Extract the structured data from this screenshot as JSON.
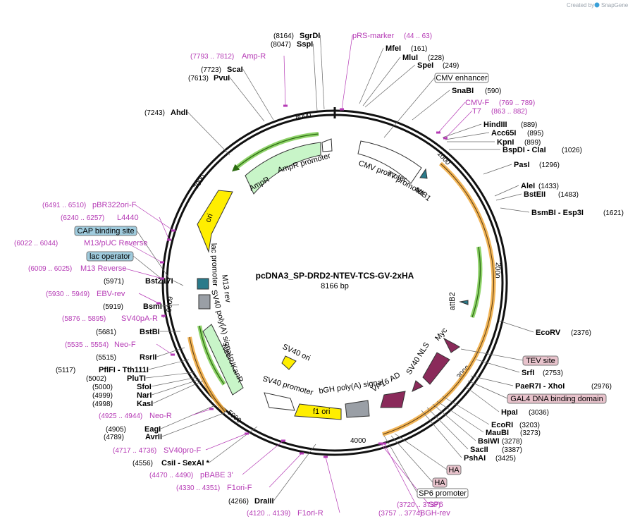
{
  "credit": "Created by",
  "brand": "SnapGene",
  "plasmid": {
    "name": "pcDNA3_SP-DRD2-NTEV-TCS-GV-2xHA",
    "size": "8166 bp"
  },
  "ticks": [
    "1000",
    "2000",
    "3000",
    "4000",
    "5000",
    "6000",
    "7000",
    "8000"
  ],
  "inner_labels": {
    "ampr": "AmpR",
    "ampr_promoter": "AmpR promoter",
    "ori": "ori",
    "cmv_promoter": "CMV promoter",
    "t7_promoter": "T7 promoter",
    "attb1": "attB1",
    "attb2": "attB2",
    "myc": "Myc",
    "sv40_nls": "SV40 NLS",
    "vp16_ad": "VP16 AD",
    "bgh": "bGH poly(A) signal",
    "f1_ori": "f1 ori",
    "sv40_promoter": "SV40 promoter",
    "sv40_ori": "SV40 ori",
    "neor": "NeoR/KanR",
    "sv40_polya": "SV40 poly(A) signal",
    "m13_rev": "M13 rev",
    "lac_promoter": "lac promoter"
  },
  "enzymes_right": [
    {
      "name": "MfeI",
      "pos": "(161)"
    },
    {
      "name": "MluI",
      "pos": "(228)"
    },
    {
      "name": "SpeI",
      "pos": "(249)"
    },
    {
      "name": "SnaBI",
      "pos": "(590)"
    },
    {
      "name": "HindIII",
      "pos": "(889)"
    },
    {
      "name": "Acc65I",
      "pos": "(895)"
    },
    {
      "name": "KpnI",
      "pos": "(899)"
    },
    {
      "name": "BspDI  - ClaI",
      "pos": "(1026)"
    },
    {
      "name": "PasI",
      "pos": "(1296)"
    },
    {
      "name": "AleI",
      "pos": "(1433)"
    },
    {
      "name": "BstEII",
      "pos": "(1483)"
    },
    {
      "name": "BsmBI   - Esp3I",
      "pos": "(1621)"
    },
    {
      "name": "EcoRV",
      "pos": "(2376)"
    },
    {
      "name": "SrfI",
      "pos": "(2753)"
    },
    {
      "name": "PaeR7I   - XhoI",
      "pos": "(2976)"
    },
    {
      "name": "HpaI",
      "pos": "(3036)"
    },
    {
      "name": "EcoRI",
      "pos": "(3203)"
    },
    {
      "name": "MauBI",
      "pos": "(3273)"
    },
    {
      "name": "BsiWI",
      "pos": "(3278)"
    },
    {
      "name": "SacII",
      "pos": "(3387)"
    },
    {
      "name": "PshAI",
      "pos": "(3425)"
    }
  ],
  "enzymes_left": [
    {
      "name": "SgrDI",
      "pos": "(8164)"
    },
    {
      "name": "SspI",
      "pos": "(8047)"
    },
    {
      "name": "ScaI",
      "pos": "(7723)"
    },
    {
      "name": "PvuI",
      "pos": "(7613)"
    },
    {
      "name": "AhdI",
      "pos": "(7243)"
    },
    {
      "name": "BstZ17I",
      "pos": "(5971)"
    },
    {
      "name": "BsmI",
      "pos": "(5919)"
    },
    {
      "name": "BstBI",
      "pos": "(5681)"
    },
    {
      "name": "RsrII",
      "pos": "(5515)"
    },
    {
      "name": "PflFI   - Tth111I",
      "pos": "(5117)"
    },
    {
      "name": "PluTI",
      "pos": "(5002)"
    },
    {
      "name": "SfoI",
      "pos": "(5000)"
    },
    {
      "name": "NarI",
      "pos": "(4999)"
    },
    {
      "name": "KasI",
      "pos": "(4998)"
    },
    {
      "name": "EagI",
      "pos": "(4905)"
    },
    {
      "name": "AvrII",
      "pos": "(4789)"
    },
    {
      "name": "CsiI   - SexAI *",
      "pos": "(4556)"
    },
    {
      "name": "DraIII",
      "pos": "(4266)"
    }
  ],
  "primers": [
    {
      "name": "pRS-marker",
      "pos": "(44 .. 63)"
    },
    {
      "name": "Amp-R",
      "pos": "(7793 .. 7812)"
    },
    {
      "name": "CMV-F",
      "pos": "(769 .. 789)"
    },
    {
      "name": "T7",
      "pos": "(863 .. 882)"
    },
    {
      "name": "pBR322ori-F",
      "pos": "(6491 .. 6510)"
    },
    {
      "name": "L4440",
      "pos": "(6240 .. 6257)"
    },
    {
      "name": "M13/pUC Reverse",
      "pos": "(6022 .. 6044)"
    },
    {
      "name": "M13 Reverse",
      "pos": "(6009 .. 6025)"
    },
    {
      "name": "EBV-rev",
      "pos": "(5930 .. 5949)"
    },
    {
      "name": "SV40pA-R",
      "pos": "(5876 .. 5895)"
    },
    {
      "name": "Neo-F",
      "pos": "(5535 .. 5554)"
    },
    {
      "name": "Neo-R",
      "pos": "(4925 .. 4944)"
    },
    {
      "name": "SV40pro-F",
      "pos": "(4717 .. 4736)"
    },
    {
      "name": "pBABE 3'",
      "pos": "(4470 .. 4490)"
    },
    {
      "name": "F1ori-F",
      "pos": "(4330 .. 4351)"
    },
    {
      "name": "F1ori-R",
      "pos": "(4120 .. 4139)"
    },
    {
      "name": "SP6",
      "pos": "(3720 .. 3737)"
    },
    {
      "name": "BGH-rev",
      "pos": "(3757 .. 3774)"
    }
  ],
  "boxed_features": [
    {
      "name": "CMV enhancer",
      "style": "white"
    },
    {
      "name": "CAP binding site",
      "style": "blue"
    },
    {
      "name": "lac operator",
      "style": "blue"
    },
    {
      "name": "TEV site",
      "style": "pink"
    },
    {
      "name": "GAL4 DNA binding domain",
      "style": "pink"
    },
    {
      "name": "HA",
      "style": "pink"
    },
    {
      "name": "HA",
      "style": "pink"
    },
    {
      "name": "SP6 promoter",
      "style": "white"
    }
  ],
  "colors": {
    "primer": "#b53ab5",
    "orange": "#f0a83a",
    "green": "#54a82c",
    "lightgreen": "#c8f5c8",
    "yellow": "#ffee00",
    "purple": "#8a2a5a",
    "blue_box": "#9fcbdd",
    "pink_box": "#e8c3cc"
  }
}
